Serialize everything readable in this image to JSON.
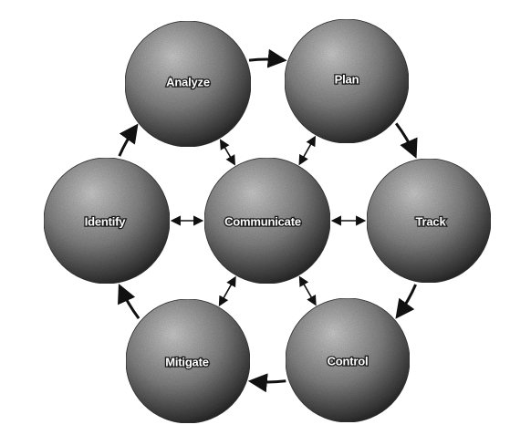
{
  "nodes": {
    "analyze": {
      "label": "Analyze"
    },
    "plan": {
      "label": "Plan"
    },
    "track": {
      "label": "Track"
    },
    "control": {
      "label": "Control"
    },
    "mitigate": {
      "label": "Mitigate"
    },
    "identify": {
      "label": "Identify"
    },
    "communicate": {
      "label": "Communicate"
    }
  },
  "cycle_order": [
    "identify",
    "analyze",
    "plan",
    "track",
    "control",
    "mitigate"
  ],
  "hub": "communicate",
  "colors": {
    "sphere_light": "#d8d8d8",
    "sphere_mid": "#8a8a8a",
    "sphere_dark": "#2e2e2e",
    "arrow": "#111111",
    "background": "#ffffff"
  }
}
